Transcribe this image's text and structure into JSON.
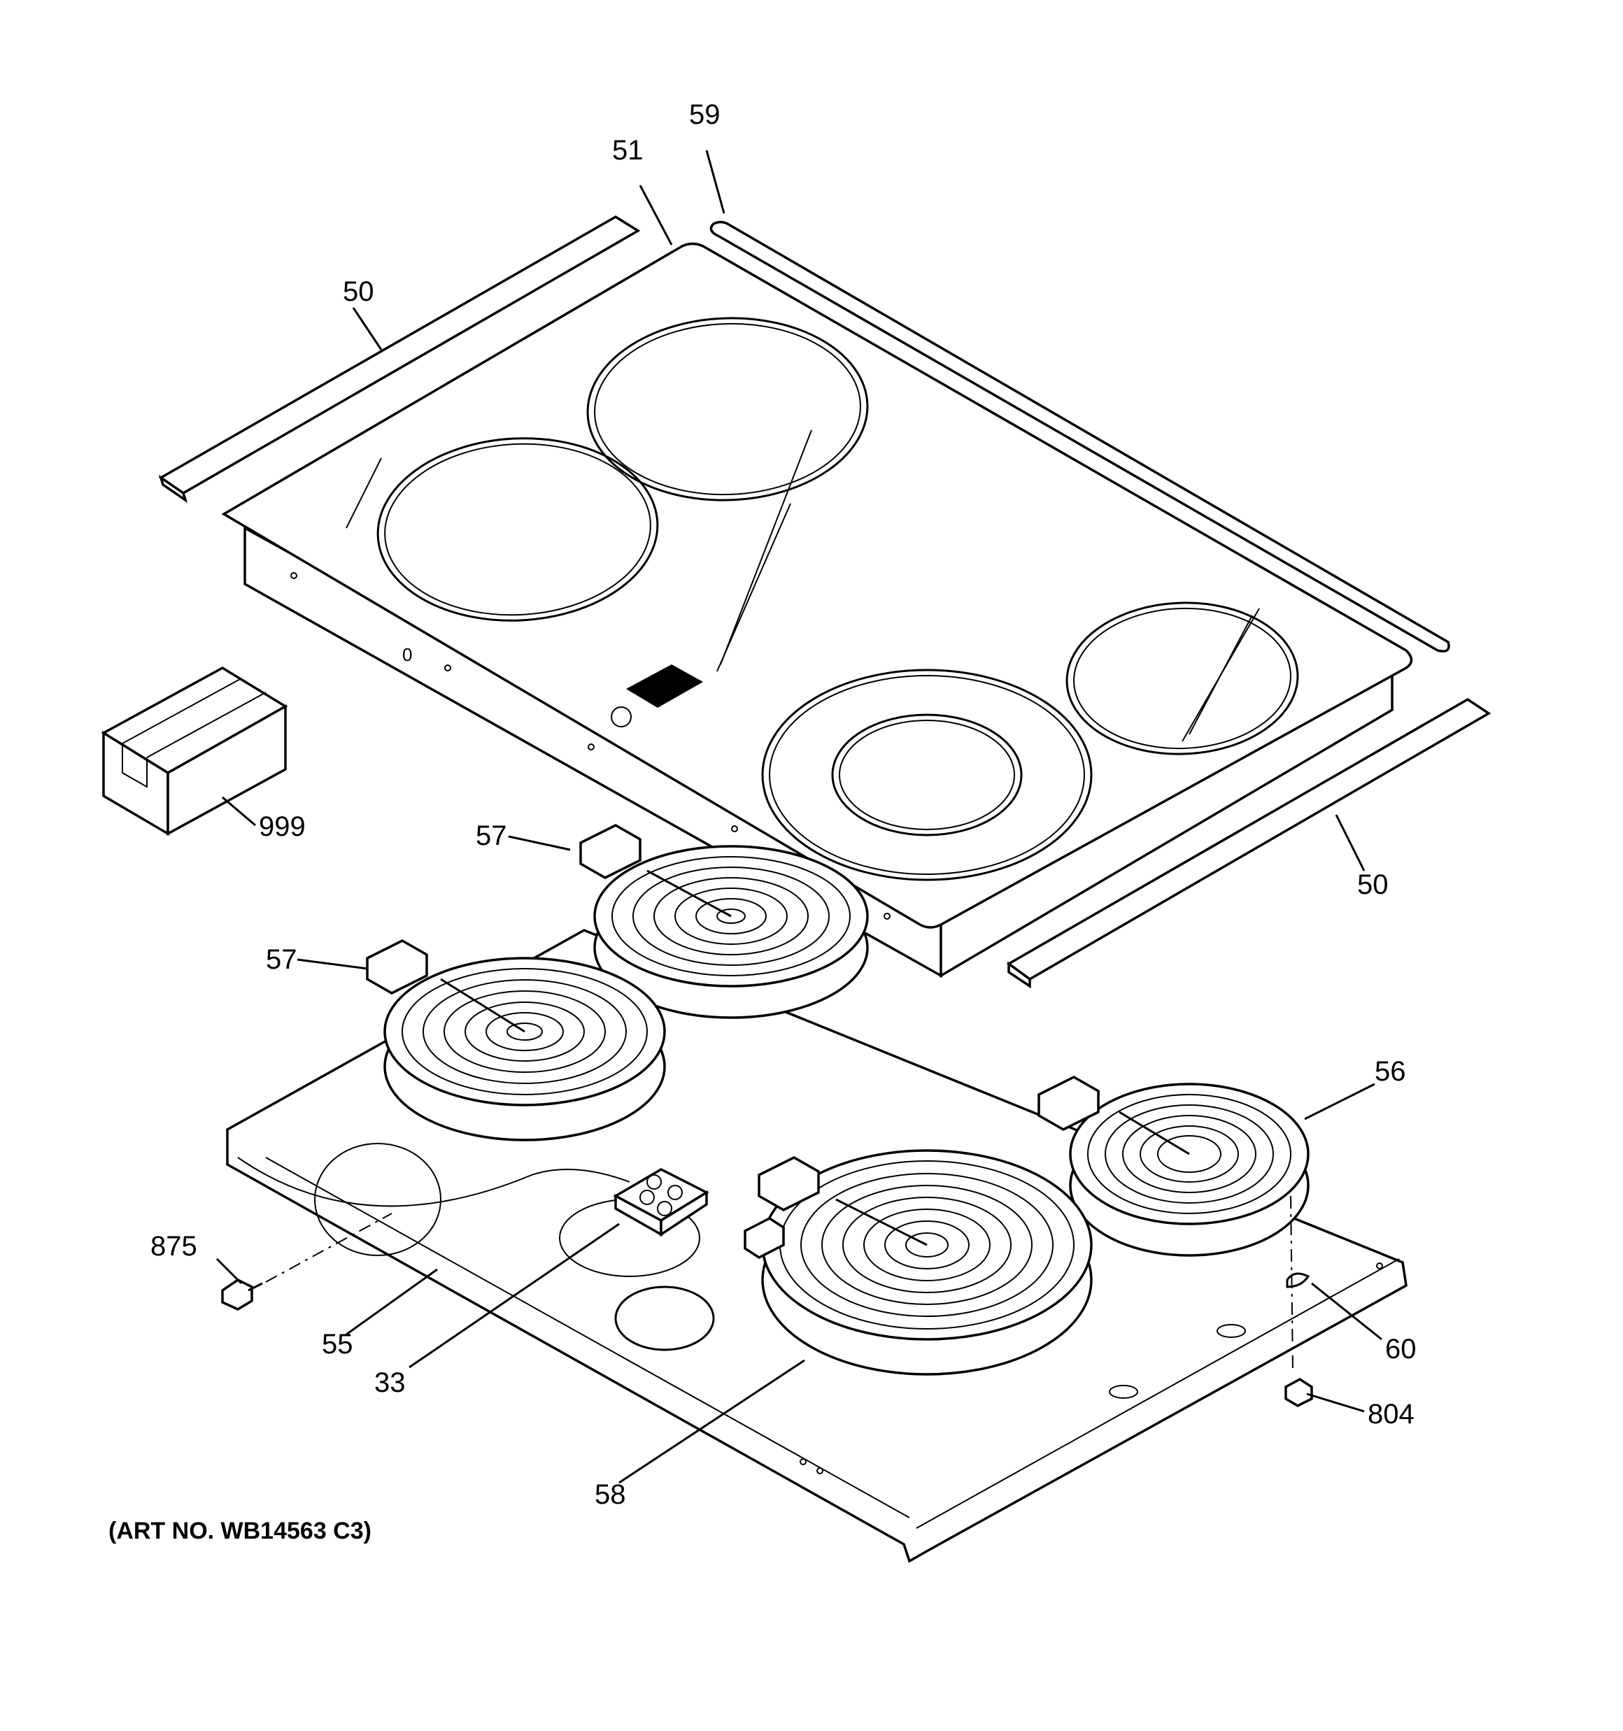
{
  "labels": {
    "trim_top_left": "50",
    "glass_top": "51",
    "trim_top_right": "59",
    "trim_bottom_right": "50",
    "literature_box": "999",
    "element_rear_left": "57",
    "element_front_left": "57",
    "element_right_small": "56",
    "element_large_dual": "58",
    "terminal_block": "33",
    "wire_harness": "55",
    "screw_left": "875",
    "clip": "60",
    "screw_right": "804"
  },
  "caption": "(ART NO. WB14563 C3)"
}
